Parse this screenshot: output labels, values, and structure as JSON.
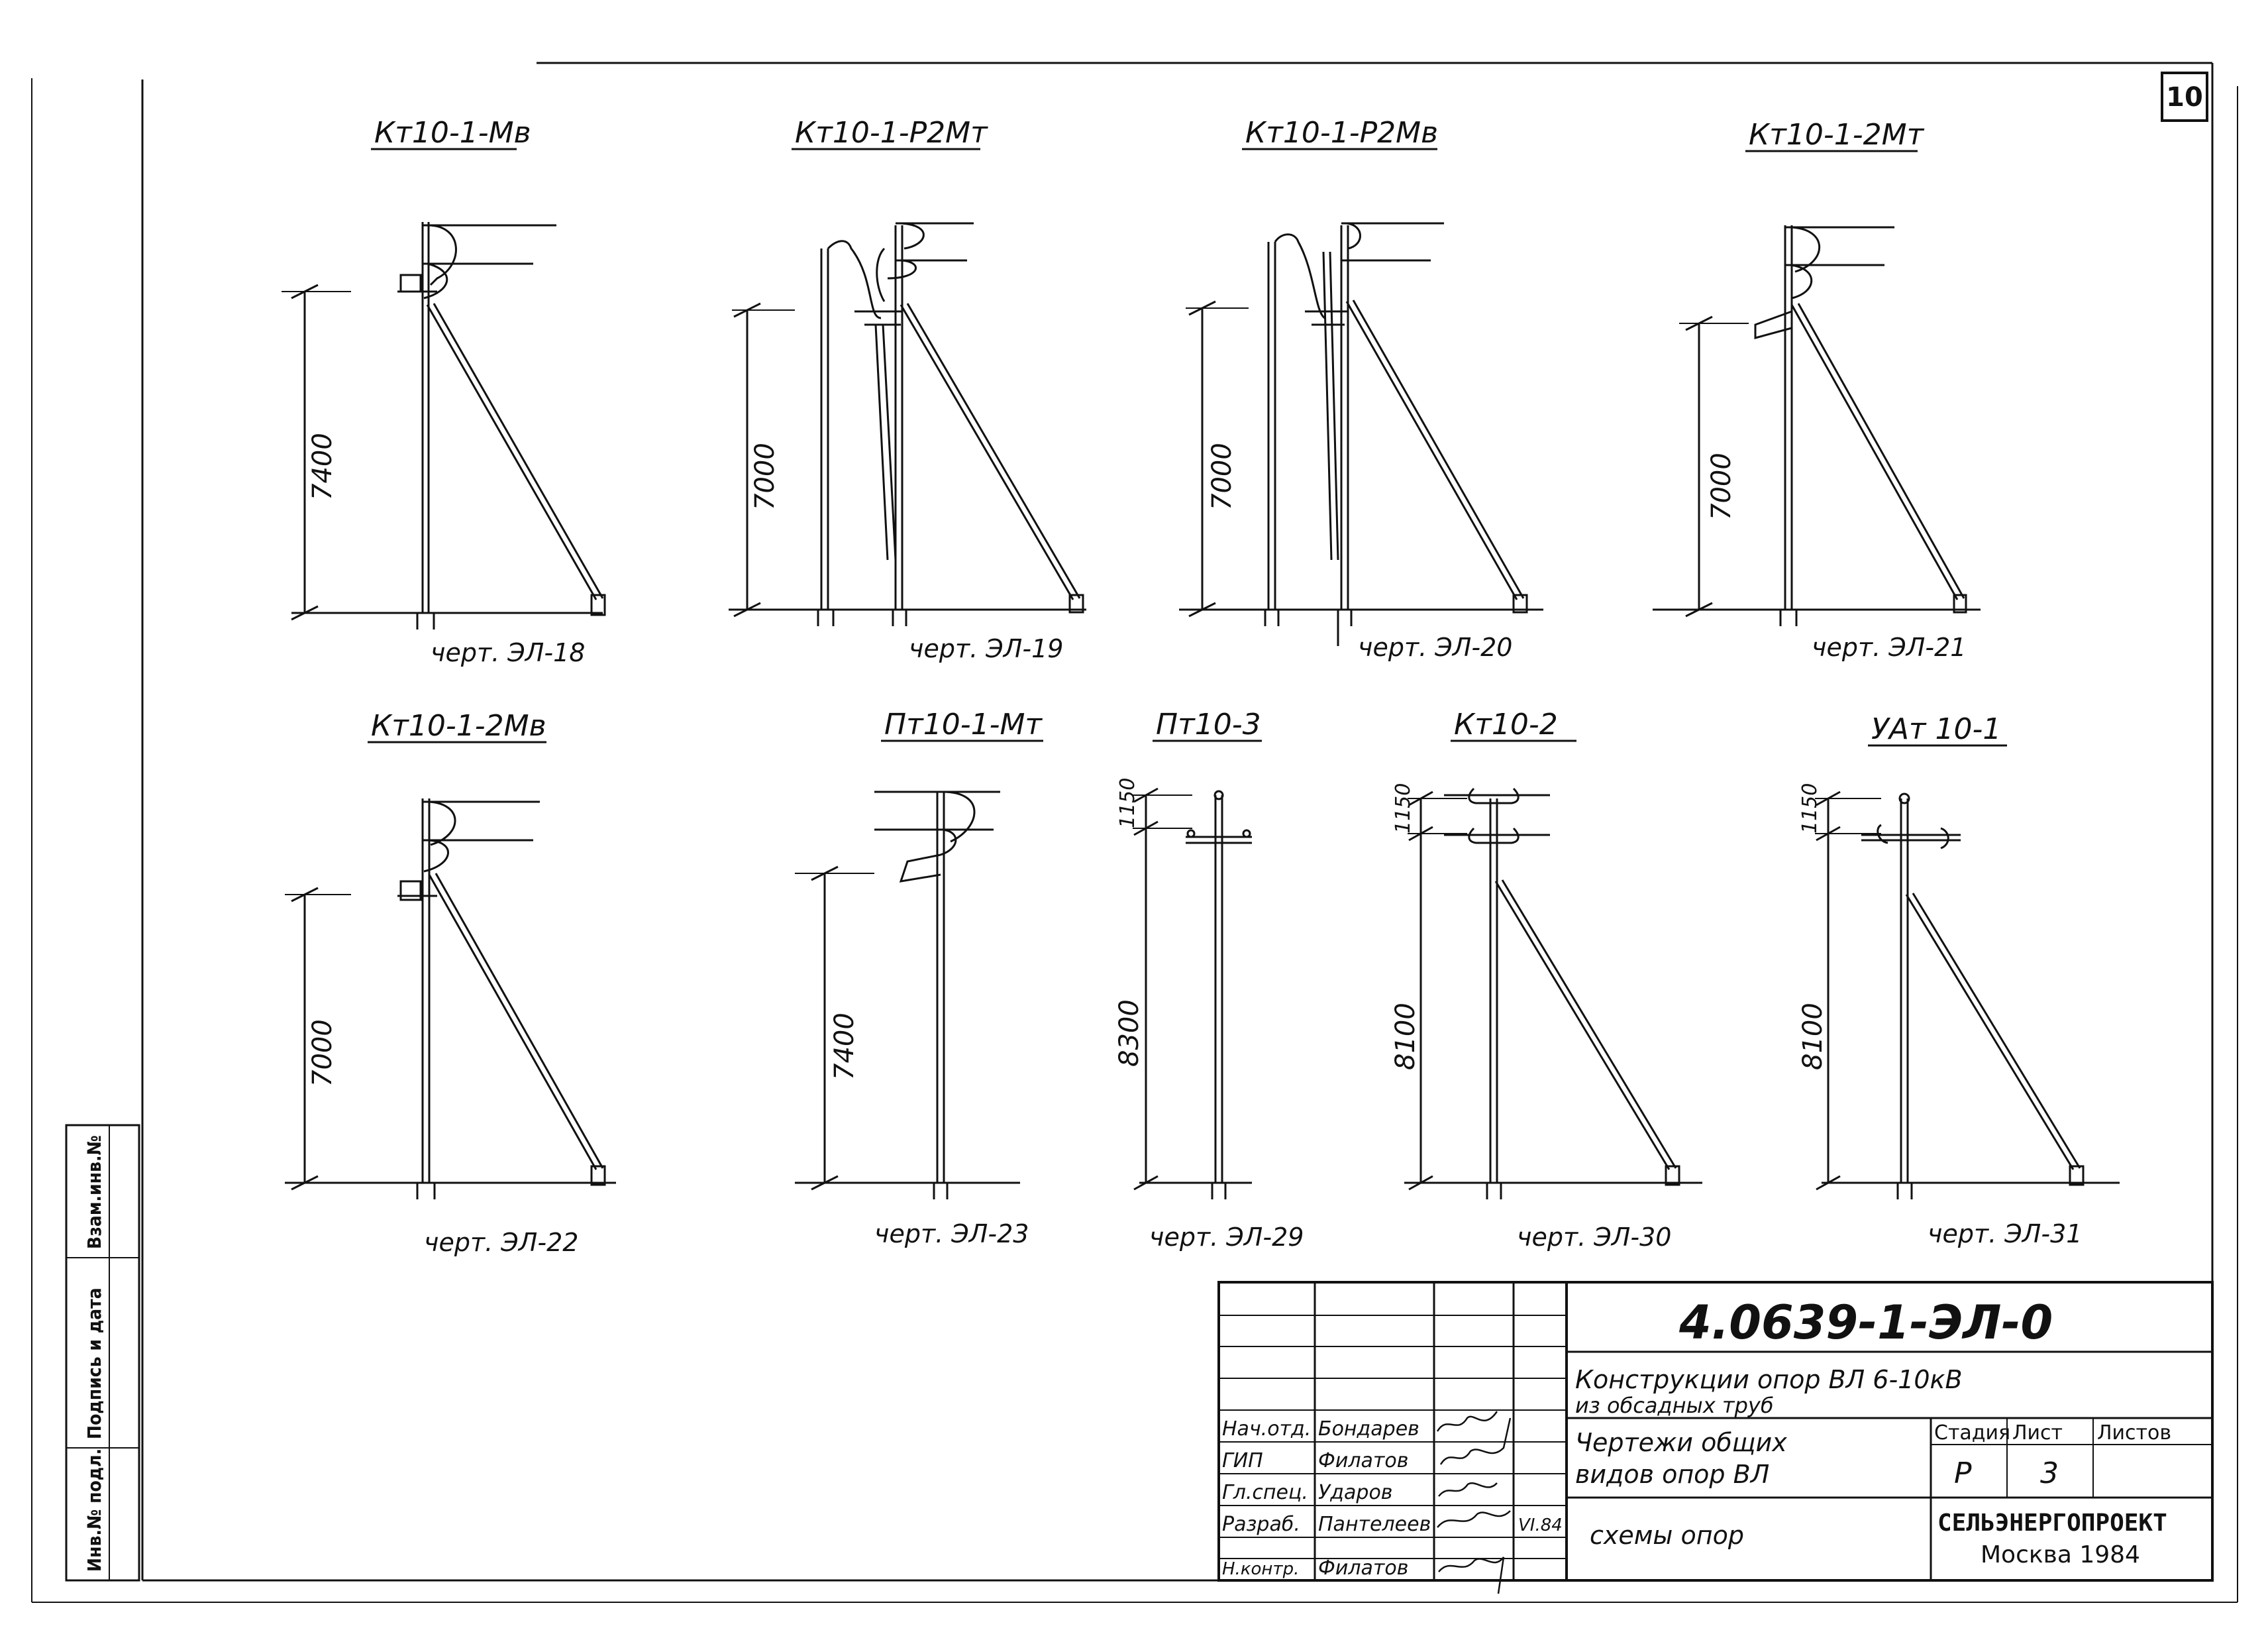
{
  "sheet": {
    "page_number": "10",
    "margin_stamps": [
      "Инв.№ подл.",
      "Подпись и дата",
      "Взам.инв.№"
    ]
  },
  "supports": [
    {
      "name": "Кт10-1-Мв",
      "height": "7400",
      "ref": "черт. ЭЛ-18"
    },
    {
      "name": "Кт10-1-Р2Мт",
      "height": "7000",
      "ref": "черт. ЭЛ-19"
    },
    {
      "name": "Кт10-1-Р2Мв",
      "height": "7000",
      "ref": "черт. ЭЛ-20"
    },
    {
      "name": "Кт10-1-2Мт",
      "height": "7000",
      "ref": "черт. ЭЛ-21"
    },
    {
      "name": "Кт10-1-2Мв",
      "height": "7000",
      "ref": "черт. ЭЛ-22"
    },
    {
      "name": "Пт10-1-Мт",
      "height": "7400",
      "ref": "черт. ЭЛ-23"
    },
    {
      "name": "Пт10-3",
      "height": "8300",
      "top": "1150",
      "ref": "черт. ЭЛ-29"
    },
    {
      "name": "Кт10-2",
      "height": "8100",
      "top": "1150",
      "ref": "черт. ЭЛ-30"
    },
    {
      "name": "УАт 10-1",
      "height": "8100",
      "top": "1150",
      "ref": "черт. ЭЛ-31"
    }
  ],
  "title_block": {
    "code": "4.0639-1-ЭЛ-0",
    "project_line1": "Конструкции опор ВЛ 6-10кВ",
    "project_line2": "из обсадных труб",
    "drawing_line1": "Чертежи общих",
    "drawing_line2": "видов опор ВЛ",
    "sheet_title": "схемы опор",
    "hdr_stage": "Стадия",
    "hdr_sheet": "Лист",
    "hdr_sheets": "Листов",
    "stage": "Р",
    "sheet": "3",
    "org": "СЕЛЬЭНЕРГОПРОЕКТ",
    "city_year": "Москва 1984",
    "signatures": [
      {
        "role": "Нач.отд.",
        "name": "Бондарев"
      },
      {
        "role": "ГИП",
        "name": "Филатов"
      },
      {
        "role": "Гл.спец.",
        "name": "Ударов"
      },
      {
        "role": "Разраб.",
        "name": "Пантелеев",
        "date": "VI.84"
      },
      {
        "role": "Н.контр.",
        "name": "Филатов"
      }
    ]
  }
}
